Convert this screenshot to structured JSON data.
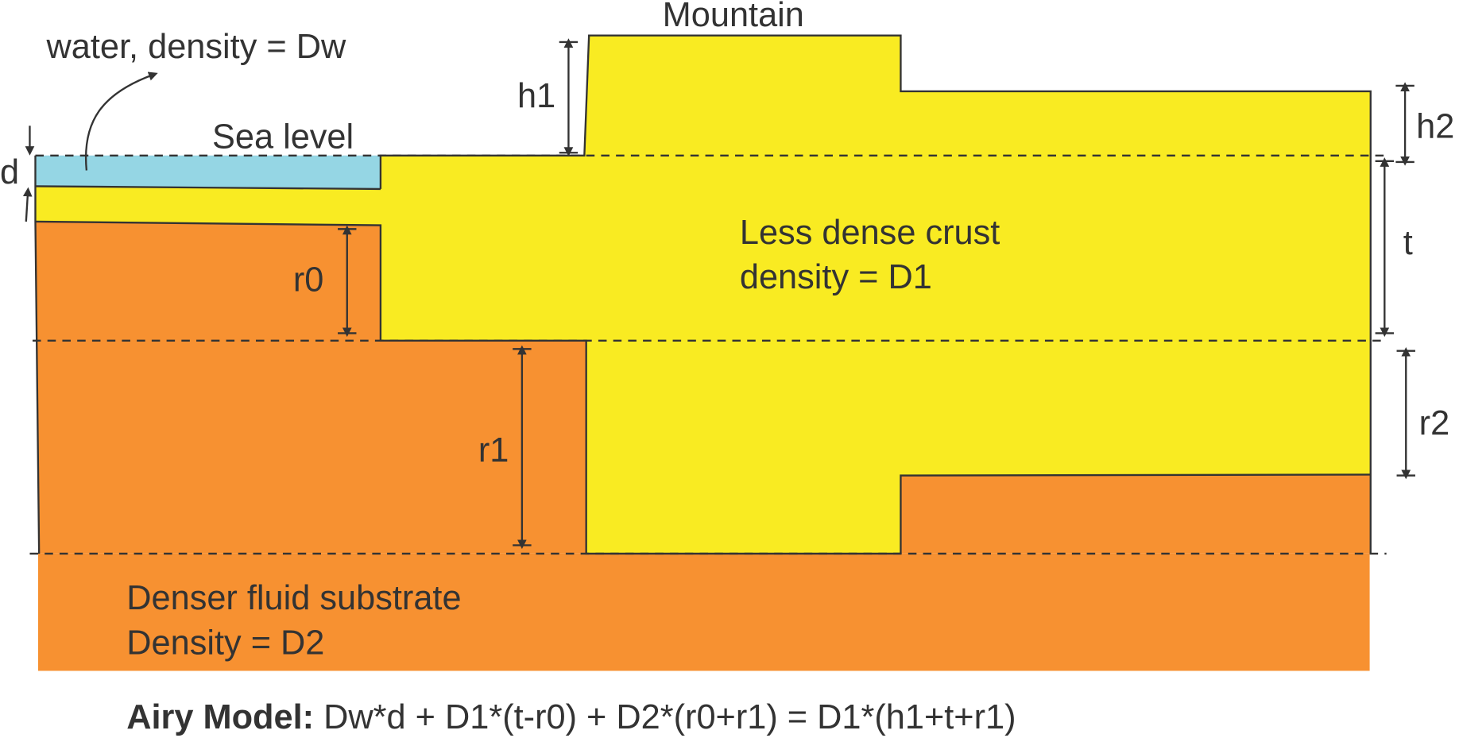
{
  "colors": {
    "water": "#95d6e4",
    "crust": "#f9eb22",
    "substrate": "#f79131",
    "ink": "#333333"
  },
  "labels": {
    "mountain": "Mountain",
    "water": "water, density = Dw",
    "sea_level": "Sea level",
    "crust_line1": "Less dense crust",
    "crust_line2": "density = D1",
    "substrate_line1": "Denser fluid substrate",
    "substrate_line2": "Density = D2"
  },
  "dimensions": {
    "d": "d",
    "h1": "h1",
    "h2": "h2",
    "t": "t",
    "r0": "r0",
    "r1": "r1",
    "r2": "r2"
  },
  "equation": {
    "title": "Airy Model:",
    "formula": " Dw*d + D1*(t-r0) + D2*(r0+r1) = D1*(h1+t+r1)"
  }
}
